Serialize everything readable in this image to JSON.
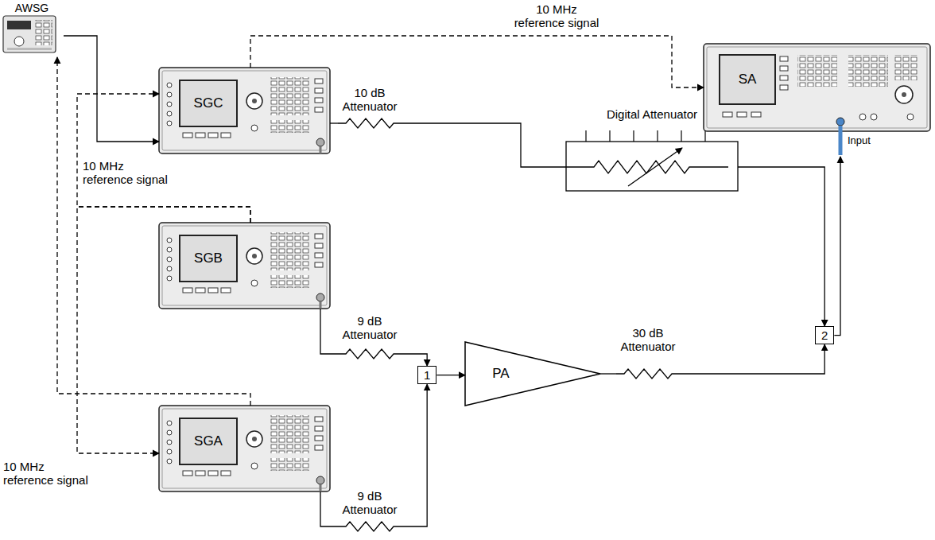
{
  "diagram": {
    "nodes": [
      {
        "text": [
          "AWSG"
        ]
      },
      {
        "text": [
          "SGC"
        ]
      },
      {
        "text": [
          "10 dB Attenuator"
        ]
      },
      {
        "text": [
          "SA"
        ]
      },
      {
        "text": [
          "Digital Attenuator"
        ]
      },
      {
        "text": [
          "SGB"
        ]
      },
      {
        "text": [
          "9 dB Attenuator"
        ]
      },
      {
        "text": [
          "30 dB Attenuator"
        ]
      },
      {
        "text": [
          "2"
        ]
      },
      {
        "text": [
          "1"
        ]
      },
      {
        "text": [
          "PA"
        ]
      },
      {
        "text": [
          "SGA"
        ]
      },
      {
        "text": [
          "9 dB Attenuator"
        ]
      }
    ],
    "edges": [
      {
        "from": 0,
        "to": 1,
        "arrow": "to"
      },
      {
        "from": 1,
        "to": 2,
        "arrow": "none"
      },
      {
        "from": 2,
        "to": 4,
        "arrow": "none"
      },
      {
        "from": 4,
        "to": 8,
        "arrow": "to"
      },
      {
        "from": 8,
        "to": 3,
        "arrow": "to"
      },
      {
        "from": 1,
        "to": 3,
        "arrow": "to",
        "label": "10 MHz reference signal"
      },
      {
        "from": 5,
        "to": 1,
        "arrow": "to",
        "label": "10 MHz reference signal"
      },
      {
        "from": 5,
        "to": 11,
        "arrow": "to",
        "label": "10 MHz reference signal"
      },
      {
        "from": 11,
        "to": 0,
        "arrow": "to"
      },
      {
        "from": 5,
        "to": 6,
        "arrow": "none"
      },
      {
        "from": 6,
        "to": 9,
        "arrow": "to"
      },
      {
        "from": 11,
        "to": 12,
        "arrow": "none"
      },
      {
        "from": 12,
        "to": 9,
        "arrow": "to"
      },
      {
        "from": 9,
        "to": 10,
        "arrow": "to"
      },
      {
        "from": 10,
        "to": 7,
        "arrow": "none"
      },
      {
        "from": 7,
        "to": 8,
        "arrow": "to"
      }
    ],
    "labels": [
      "Input"
    ]
  }
}
